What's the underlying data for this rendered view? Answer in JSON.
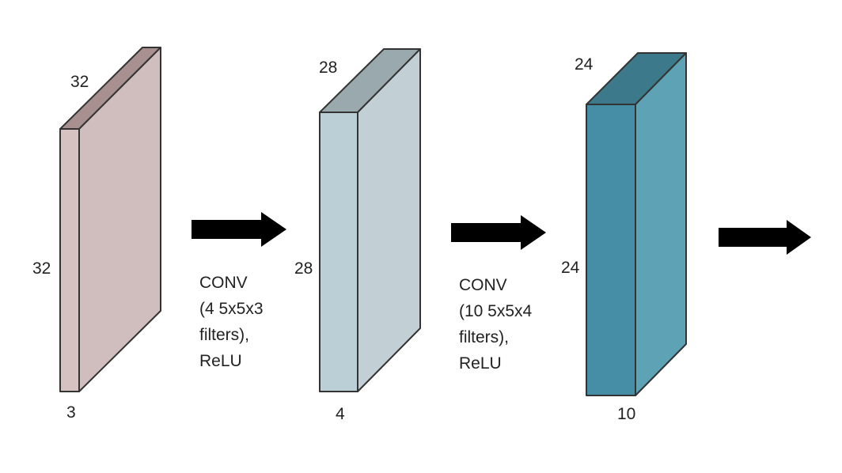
{
  "colors": {
    "volume1": {
      "front": "#d7c2c2",
      "side": "#d0bdbd",
      "top": "#a89090"
    },
    "volume2": {
      "front": "#bacfd6",
      "side": "#c2d0d6",
      "top": "#9aa9ad"
    },
    "volume3": {
      "front": "#468ea6",
      "side": "#5da2b5",
      "top": "#3c7a8b"
    },
    "arrow": "#000000"
  },
  "volumes": [
    {
      "top_label": "32",
      "height_label": "32",
      "depth_label": "3"
    },
    {
      "top_label": "28",
      "height_label": "28",
      "depth_label": "4"
    },
    {
      "top_label": "24",
      "height_label": "24",
      "depth_label": "10"
    }
  ],
  "operations": [
    {
      "lines": [
        "CONV",
        "(4 5x5x3",
        "filters),",
        "ReLU"
      ]
    },
    {
      "lines": [
        "CONV",
        "(10 5x5x4",
        "filters),",
        "ReLU"
      ]
    }
  ]
}
